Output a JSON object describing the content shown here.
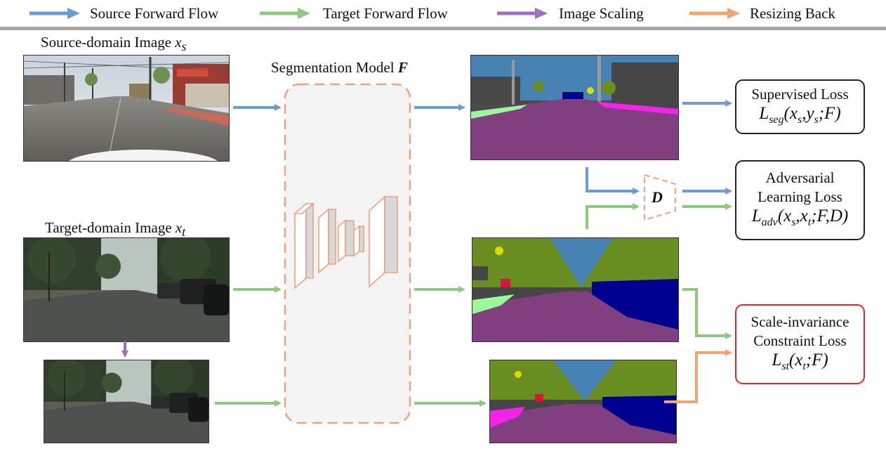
{
  "legend": [
    {
      "label": "Source Forward Flow",
      "color": "#6f9bd5"
    },
    {
      "label": "Target Forward Flow",
      "color": "#8fc97e"
    },
    {
      "label": "Image Scaling",
      "color": "#a06fc2"
    },
    {
      "label": "Resizing Back",
      "color": "#f2a473"
    }
  ],
  "captions": {
    "source_prefix": "Source-domain Image ",
    "source_var": "x",
    "source_sub": "s",
    "target_prefix": "Target-domain Image ",
    "target_var": "x",
    "target_sub": "t",
    "model_prefix": "Segmentation Model ",
    "model_symbol": "F",
    "discriminator": "D"
  },
  "losses": {
    "supervised": {
      "line1": "Supervised Loss",
      "L": "L",
      "sub": "seg",
      "args": "(x_s,y_s;F)"
    },
    "adversarial": {
      "line1": "Adversarial",
      "line2": "Learning Loss",
      "L": "L",
      "sub": "adv",
      "args": "(x_s,x_t;F,D)"
    },
    "scale": {
      "line1": "Scale-invariance",
      "line2": "Constraint Loss",
      "L": "L",
      "sub": "st",
      "args": "(x_t;F)"
    }
  },
  "colors": {
    "source": "#6f9bd5",
    "target": "#8fc97e",
    "scaling": "#a06fc2",
    "resize": "#f2a473",
    "model_border": "#eda37f",
    "highlight_border": "#e3242b"
  },
  "icons": {
    "network": "encoder-decoder-icon",
    "discriminator": "trapezoid-icon"
  }
}
